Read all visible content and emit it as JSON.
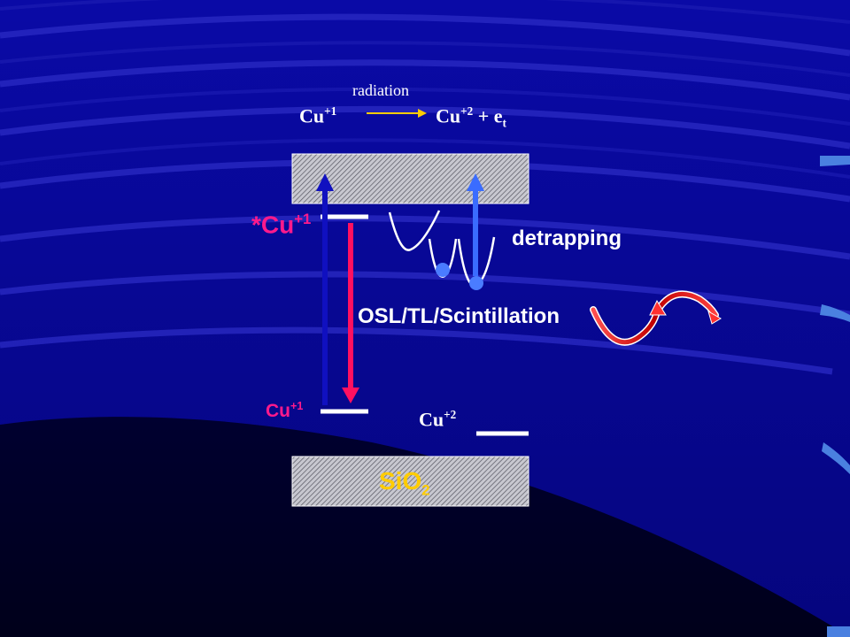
{
  "colors": {
    "background": "#07079a",
    "band_fill": "#c8c8d0",
    "band_border": "#ffffff",
    "excitation_arrow": "#1010c0",
    "emission_arrow": "#ff1060",
    "detrap_arrow": "#3a6cff",
    "radiation_arrow": "#ffcc00",
    "electron_dot": "#4a7cff",
    "highlight_text": "#ff1a8c",
    "sio2_text": "#ffcc00",
    "light_wave": "#e02020"
  },
  "radiation": {
    "label": "radiation",
    "left": {
      "base": "Cu",
      "sup": "+1"
    },
    "right": {
      "base": "Cu",
      "sup": "+2",
      "plus": " + e",
      "sub": "t"
    }
  },
  "levels": {
    "excited": {
      "star": "*",
      "base": "Cu",
      "sup": "+1"
    },
    "ground": {
      "base": "Cu",
      "sup": "+1"
    },
    "cu2": {
      "base": "Cu",
      "sup": "+2"
    }
  },
  "detrapping": {
    "label": "detrapping"
  },
  "osl": {
    "label": "OSL/TL/Scintillation"
  },
  "valence": {
    "base": "SiO",
    "sub": "2"
  },
  "icons": {
    "radiation_arrow": "arrow-right-icon",
    "traps": "trap-well-icon",
    "electrons": "electron-dot-icon",
    "light": "light-wave-icon"
  }
}
